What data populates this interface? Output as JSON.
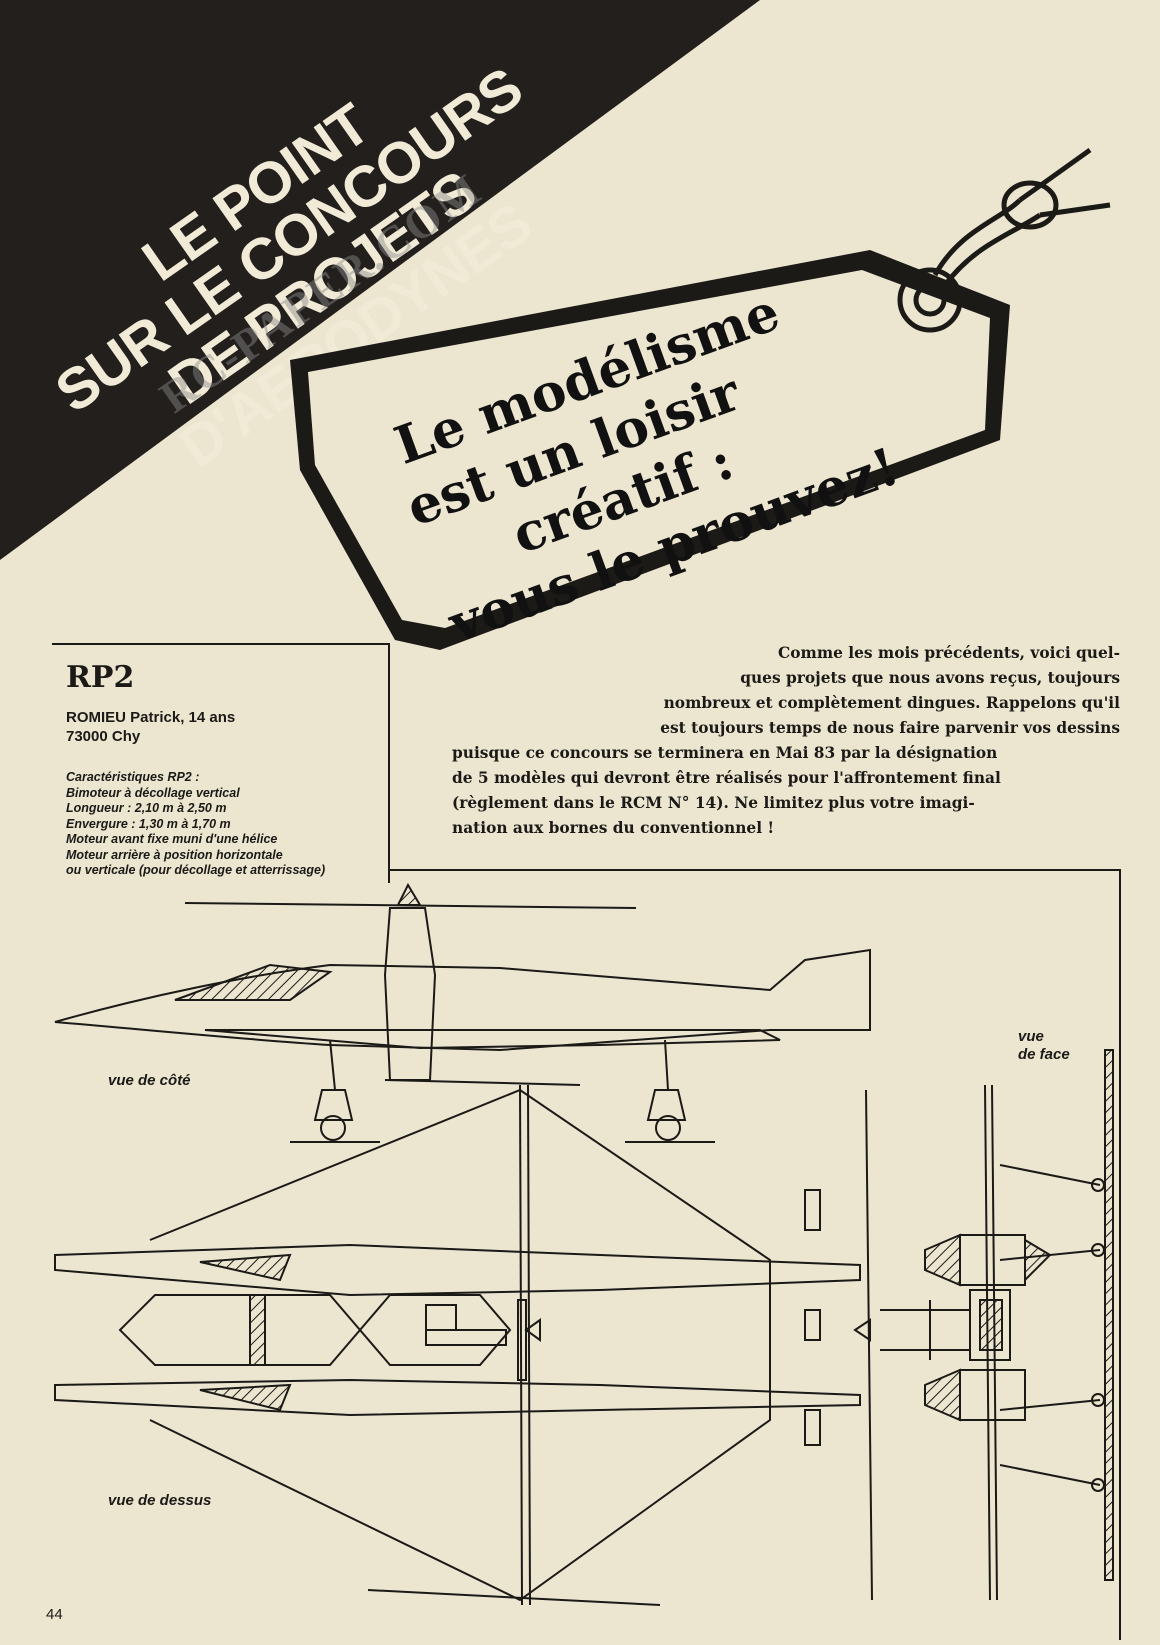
{
  "banner": {
    "lines": [
      "LE POINT",
      "SUR LE CONCOURS",
      "DE PROJETS D'AERODYNES"
    ]
  },
  "watermark": "RC-PAPER.COM",
  "slogan": {
    "lines": [
      "Le modélisme",
      "est un loisir",
      "créatif :",
      "vous le prouvez!"
    ]
  },
  "project": {
    "title": "RP2",
    "author_lines": [
      "ROMIEU Patrick, 14 ans",
      "73000 Chy"
    ],
    "spec_lines": [
      "Caractéristiques RP2 :",
      "Bimoteur à décollage vertical",
      "Longueur : 2,10 m à 2,50 m",
      "Envergure : 1,30 m à 1,70 m",
      "Moteur avant fixe muni d'une hélice",
      "Moteur arrière à position horizontale",
      "ou verticale (pour décollage et atterrissage)"
    ]
  },
  "article": {
    "lines": [
      "Comme les mois précédents, voici quel-",
      "ques projets que nous avons reçus, toujours",
      "nombreux et complètement dingues. Rappelons qu'il",
      "est toujours temps de nous faire parvenir vos dessins",
      "puisque ce concours se terminera en Mai 83 par la désignation",
      "de 5 modèles qui devront être réalisés pour l'affrontement final",
      "(règlement dans le RCM N° 14). Ne limitez plus votre imagi-",
      "nation aux bornes du conventionnel !"
    ]
  },
  "drawing_labels": {
    "side": "vue de côté",
    "front_1": "vue",
    "front_2": "de face",
    "top": "vue de dessus"
  },
  "page_number": "44",
  "colors": {
    "paper": "#ece5d0",
    "ink": "#1c1a17",
    "banner": "#221f1c"
  }
}
